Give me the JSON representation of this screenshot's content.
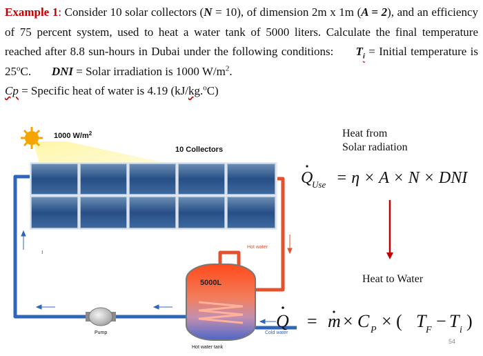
{
  "problem": {
    "example_label": "Example 1",
    "colon": ":",
    "t1": " Consider 10 solar collectors (",
    "N": "N",
    "t2": " = 10), of dimension 2m x 1m (",
    "A_eq": "A = 2",
    "t3": "), and an efficiency of 75 percent system, used to heat a water tank of 5000 liters.  Calculate the final temperature reached after 8.8 sun-hours in Dubai under the following conditions:",
    "Ti": "T",
    "Ti_sub": "i",
    "t4": " = Initial temperature is 25",
    "deg": "o",
    "t5": "C.",
    "DNI": "DNI",
    "t6": " = Solar irradiation is 1000 W/m",
    "sq": "2",
    "t7": ".",
    "Cp": "Cp",
    "t8": " = Specific heat of water is 4.19 (kJ/",
    "kg": "kg",
    "t9": ".",
    "deg2": "o",
    "t10": "C)"
  },
  "diagram": {
    "sun_label": "1000 W/m",
    "sun_label_sup": "2",
    "collectors_label": "10 Collectors",
    "hot_water_label": "Hot water",
    "tank_label": "5000L",
    "cold_water_label": "Cold water",
    "pump_label": "Pump",
    "tank_caption": "Hot water tank",
    "small_mark": "ı"
  },
  "right": {
    "heat_from": "Heat from",
    "solar_radiation": "Solar radiation",
    "heat_to_water": "Heat to Water"
  },
  "formula1": {
    "Q": "Q",
    "sub": "Use",
    "rhs": "= η × A × N × DNI"
  },
  "formula2": {
    "Q": "Q",
    "eq": "=",
    "m": "m",
    "times1": "×",
    "C": "C",
    "C_sub": "P",
    "times2": "× (",
    "TF": "T",
    "TF_sub": "F",
    "minus": "−",
    "Ti": "T",
    "Ti_sub": "i",
    "close": ")"
  },
  "page_number": "54",
  "colors": {
    "accent_red": "#c00000",
    "pipe_blue": "#2f66b8",
    "pipe_red": "#e2522f",
    "sun": "#f5a400"
  }
}
